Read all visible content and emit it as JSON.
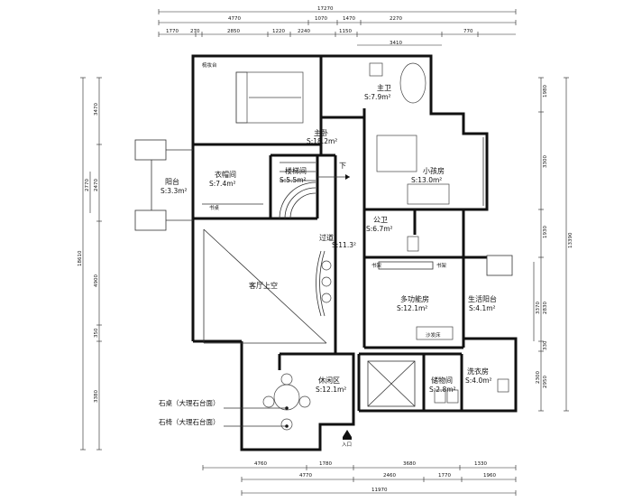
{
  "rooms": {
    "master_bedroom": {
      "name": "主卧",
      "area": "S:18.2m²"
    },
    "master_bath": {
      "name": "主卫",
      "area": "S:7.9m²"
    },
    "kids_room": {
      "name": "小孩房",
      "area": "S:13.0m²"
    },
    "balcony": {
      "name": "阳台",
      "area": "S:3.3m²"
    },
    "wardrobe": {
      "name": "衣帽间",
      "area": "S:7.4m²"
    },
    "stair_room": {
      "name": "楼梯间",
      "area": "S:5.5m²"
    },
    "public_bath": {
      "name": "公卫",
      "area": "S:6.7m²"
    },
    "corridor": {
      "name": "过道",
      "area": "S:11.3²"
    },
    "living_void": {
      "name": "客厅上空"
    },
    "multi_room": {
      "name": "多功能房",
      "area": "S:12.1m²"
    },
    "service_balcony": {
      "name": "生活阳台",
      "area": "S:4.1m²"
    },
    "lounge": {
      "name": "休闲区",
      "area": "S:12.1m²"
    },
    "storage": {
      "name": "储物间",
      "area": "S:2.8m²"
    },
    "laundry": {
      "name": "洗衣房",
      "area": "S:4.0m²"
    }
  },
  "labels": {
    "makeup_table": "梳妆台",
    "bookshelf_left": "书架",
    "bookshelf_right": "书架",
    "sofa_bed": "沙发床",
    "down": "下",
    "entrance": "入口",
    "small_label": "书桌",
    "stone_table": "石桌（大理石台面）",
    "stone_stool": "石椅（大理石台面）"
  },
  "dims": {
    "top_total": "17270",
    "top1": [
      "4770",
      "1070",
      "1470",
      "2270"
    ],
    "top2": [
      "1770",
      "270",
      "2850",
      "1220",
      "2240",
      "1150",
      "3410",
      "770"
    ],
    "bottom1": [
      "4760",
      "1780",
      "3680",
      "1330"
    ],
    "bottom2": [
      "4770",
      "2460",
      "1770",
      "1960"
    ],
    "bottom_total": "11970",
    "left_total": "18610",
    "left": [
      "3470",
      "2770",
      "2470",
      "4900",
      "350",
      "3380"
    ],
    "right_total": "13390",
    "right": [
      "1980",
      "3300",
      "1930",
      "3370",
      "2830",
      "330",
      "2300",
      "2950"
    ]
  }
}
